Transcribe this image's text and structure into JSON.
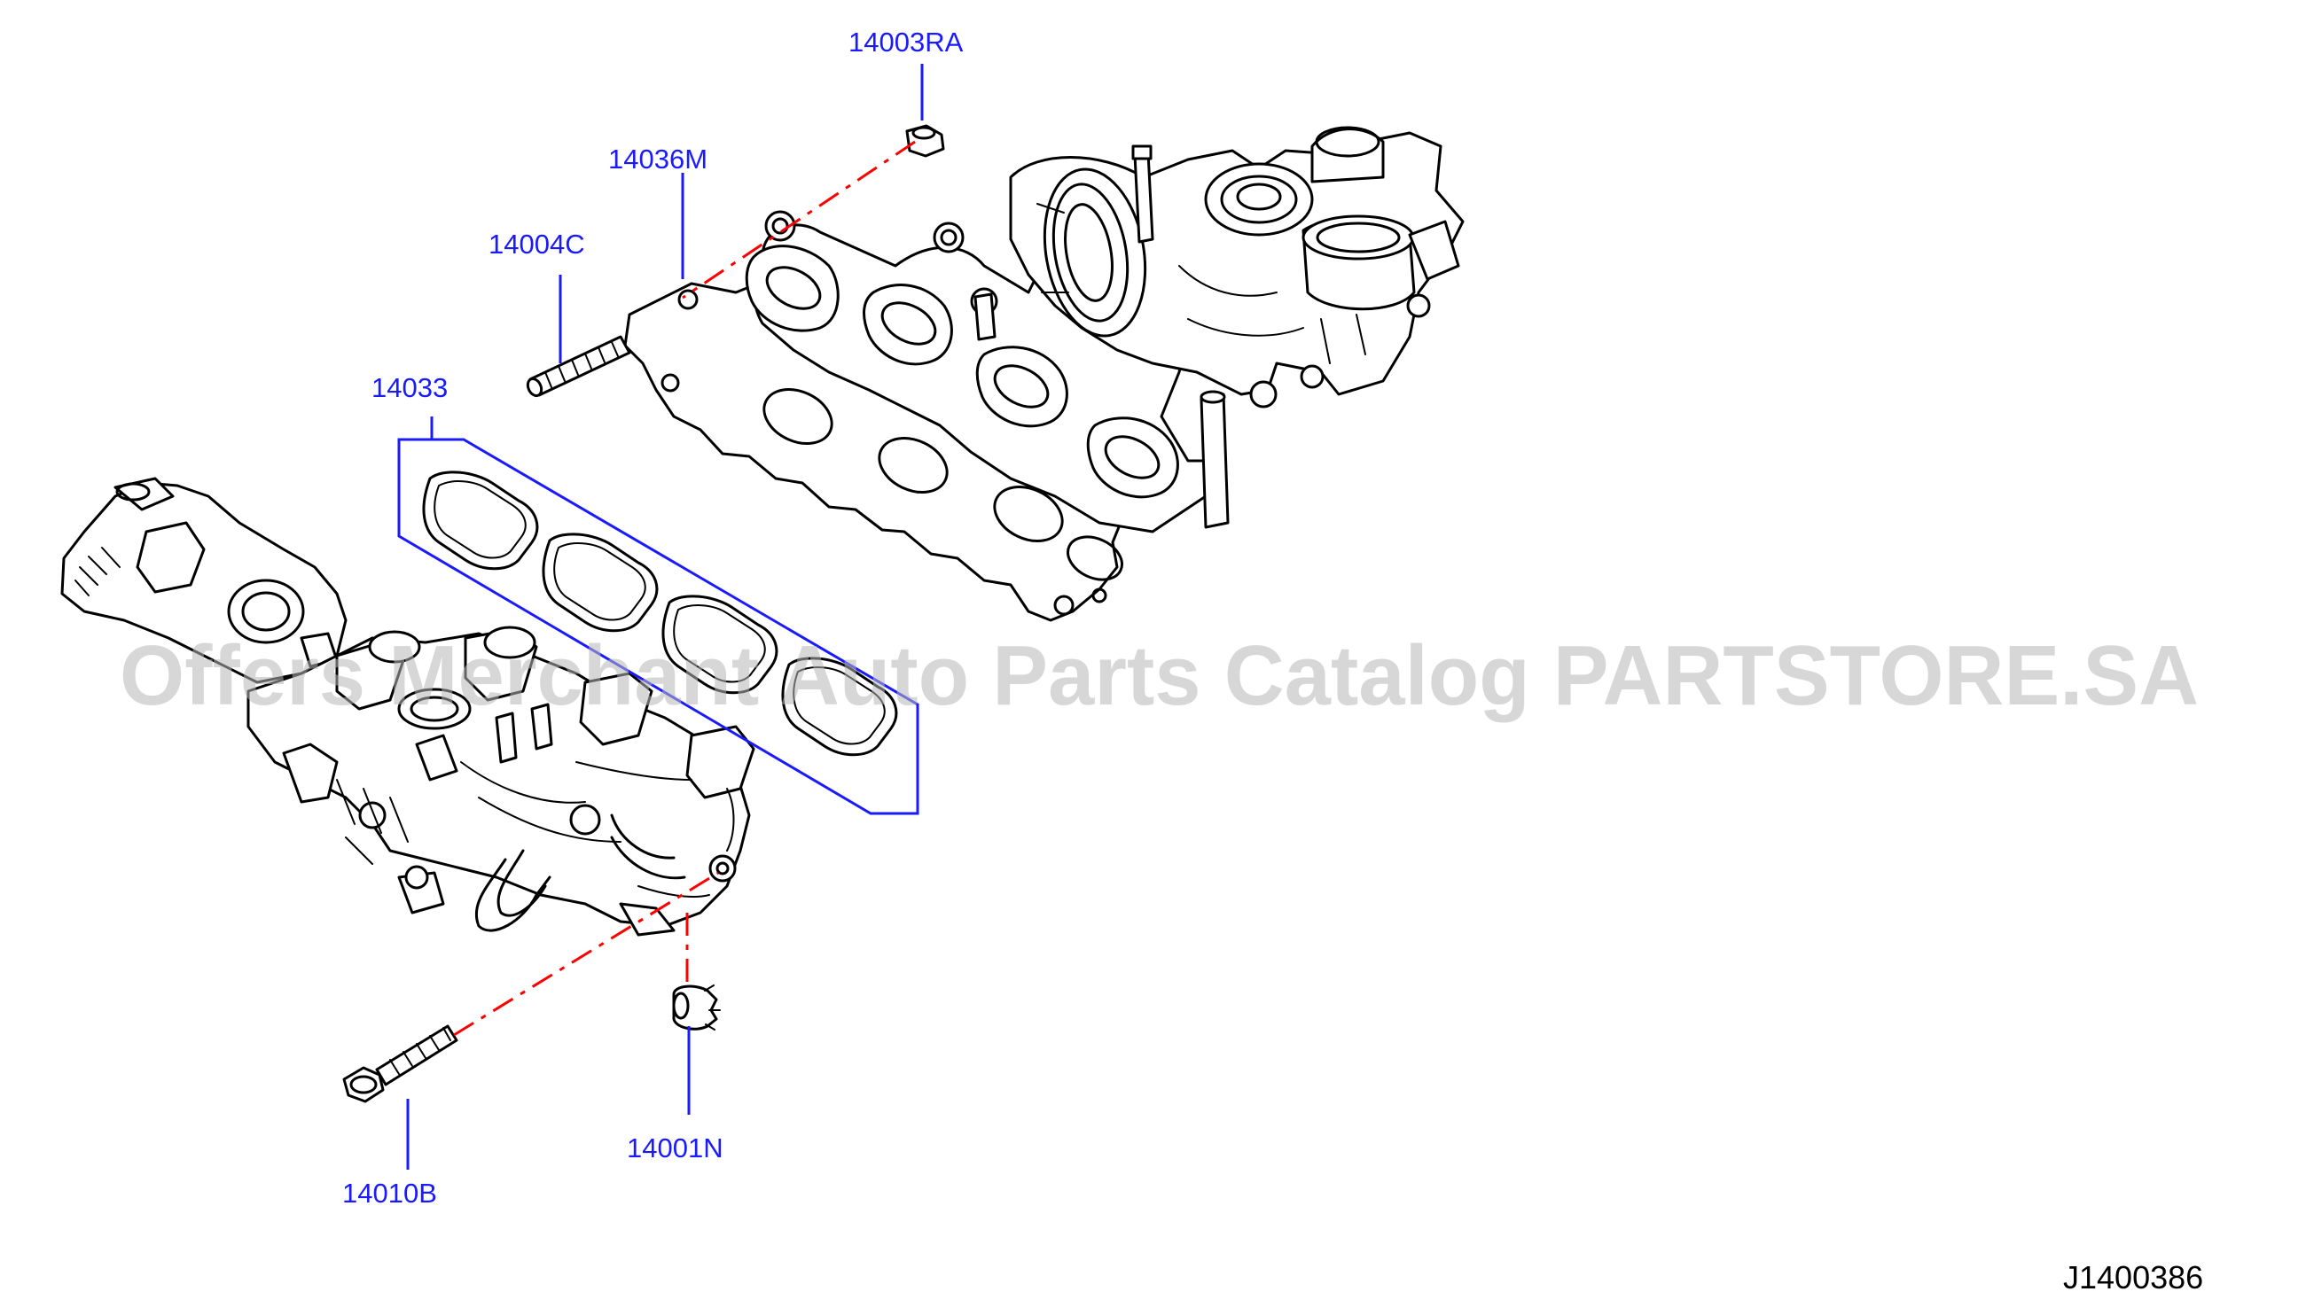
{
  "diagram": {
    "labels": {
      "p14003RA": "14003RA",
      "p14036M": "14036M",
      "p14004C": "14004C",
      "p14033": "14033",
      "p14010B": "14010B",
      "p14001N": "14001N"
    },
    "drawing_code": "J1400386",
    "watermark": "Offers Merchant Auto Parts Catalog PARTSTORE.SA",
    "colors": {
      "label": "#1a1aff",
      "center_line": "#ff0000",
      "ink": "#000000",
      "watermark": "#b8b8b8"
    }
  }
}
